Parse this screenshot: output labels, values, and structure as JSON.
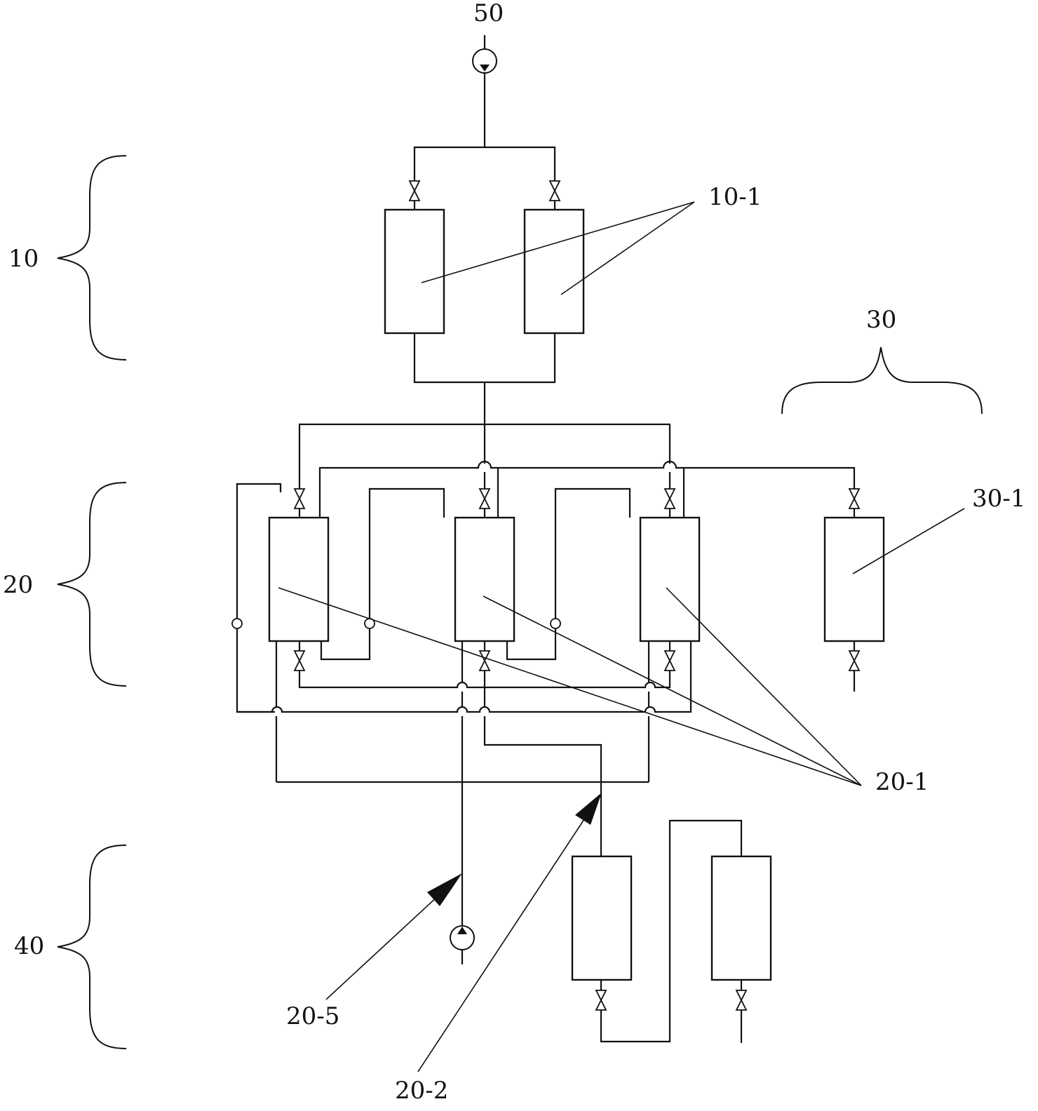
{
  "labels": {
    "group_10": "10",
    "group_20": "20",
    "group_30": "30",
    "group_40": "40",
    "pump_50": "50",
    "item_10_1": "10-1",
    "item_20_1": "20-1",
    "item_30_1": "30-1",
    "item_20_5": "20-5",
    "item_20_2": "20-2"
  }
}
